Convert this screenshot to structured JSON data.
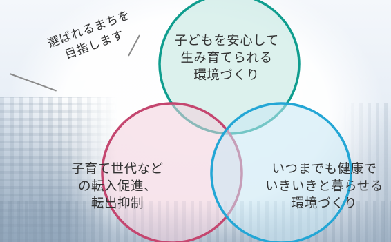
{
  "tagline": {
    "line1": "選ばれるまちを",
    "line2": "目指します"
  },
  "circles": {
    "top": {
      "lines": [
        "子どもを安心して",
        "生み育てられる",
        "環境づくり"
      ],
      "stroke": "#0f9d8e",
      "fill": "#bfe6df"
    },
    "left": {
      "lines": [
        "子育て世代など",
        "の転入促進、",
        "転出抑制"
      ],
      "stroke": "#c4466f",
      "fill": "#f3cfdc"
    },
    "right": {
      "lines": [
        "いつまでも健康で",
        "いきいきと暮らせる",
        "環境づくり"
      ],
      "stroke": "#23a6d5",
      "fill": "#c8e7f4"
    }
  }
}
